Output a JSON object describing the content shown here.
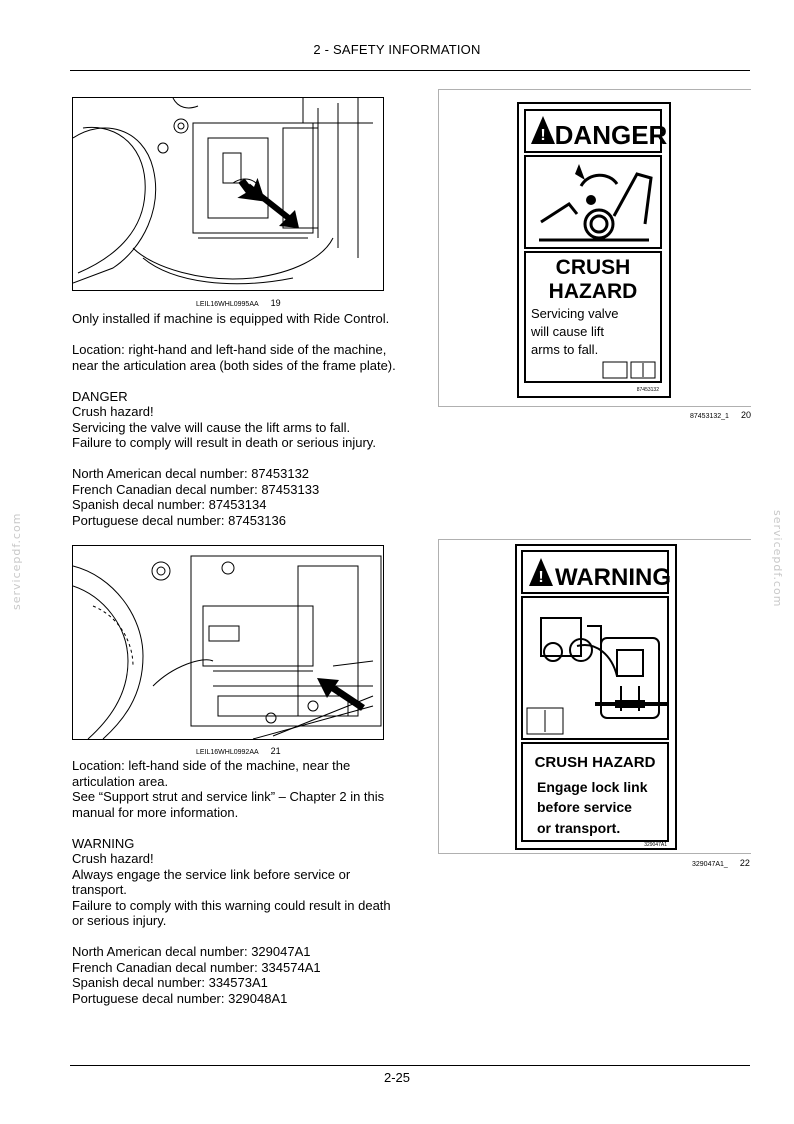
{
  "header": {
    "title": "2 - SAFETY INFORMATION"
  },
  "footer": {
    "page_number": "2-25"
  },
  "watermark": "servicepdf.com",
  "section1": {
    "figure_code": "LEIL16WHL0995AA",
    "figure_number": "19",
    "lines": [
      "Only installed if machine is equipped with Ride Control.",
      "",
      "Location: right-hand and left-hand side of the machine,",
      "near the articulation area (both sides of the frame plate).",
      "",
      "DANGER",
      "Crush hazard!",
      "Servicing the valve will cause the lift arms to fall.",
      "Failure to comply will result in death or serious injury.",
      "",
      "North American decal number: 87453132",
      "French Canadian decal number: 87453133",
      "Spanish decal number: 87453134",
      "Portuguese decal number: 87453136"
    ]
  },
  "decal1": {
    "figure_code": "87453132_1",
    "figure_number": "20",
    "signal_word": "DANGER",
    "hazard_line1": "CRUSH",
    "hazard_line2": "HAZARD",
    "message_lines": [
      "Servicing  valve",
      "will  cause  lift",
      "arms to fall."
    ],
    "part_number": "87453132"
  },
  "section2": {
    "figure_code": "LEIL16WHL0992AA",
    "figure_number": "21",
    "lines": [
      "Location:  left-hand side of the machine, near the",
      "articulation area.",
      "See “Support strut and service link” – Chapter 2 in this",
      "manual for more information.",
      "",
      "WARNING",
      "Crush hazard!",
      "Always engage the service link before service or",
      "transport.",
      "Failure to comply with this warning could result in death",
      "or serious injury.",
      "",
      "North American decal number: 329047A1",
      "French Canadian decal number: 334574A1",
      "Spanish decal number: 334573A1",
      "Portuguese decal number: 329048A1"
    ]
  },
  "decal2": {
    "figure_code": "329047A1_",
    "figure_number": "22",
    "signal_word": "WARNING",
    "hazard_title": "CRUSH HAZARD",
    "message_lines": [
      "Engage lock link",
      "before service",
      "or transport."
    ],
    "part_number": "329047A1"
  }
}
